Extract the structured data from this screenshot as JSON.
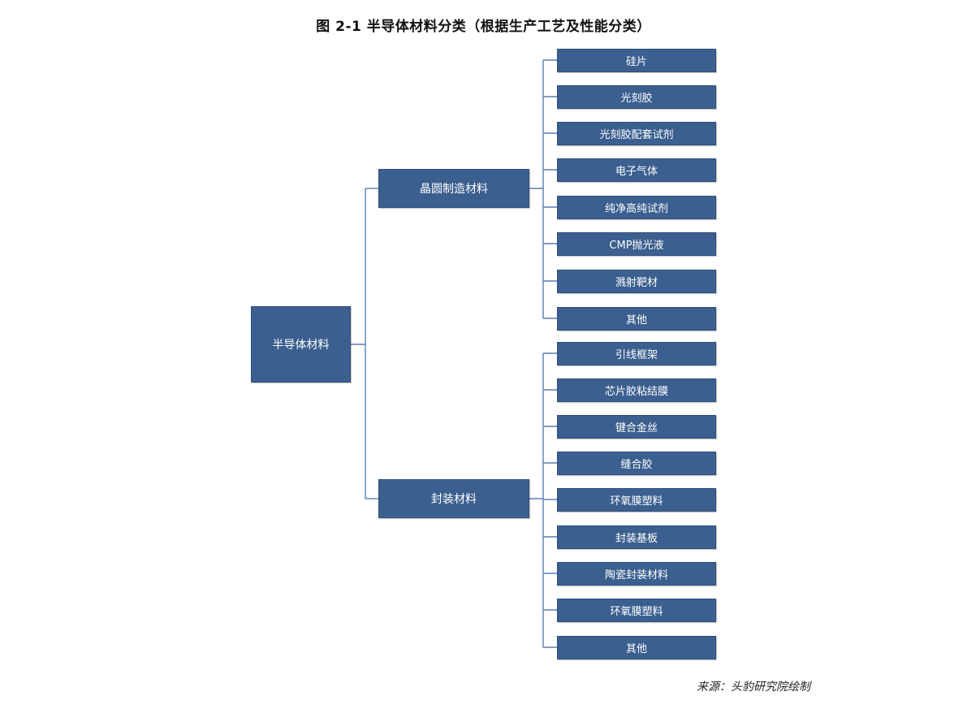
{
  "title": "图  2-1 半导体材料分类（根据生产工艺及性能分类）",
  "source": "来源：头豹研究院绘制",
  "root": "半导体材料",
  "branches": [
    {
      "label": "晶圆制造材料",
      "children": [
        "硅片",
        "光刻胶",
        "光刻胶配套试剂",
        "电子气体",
        "纯净高纯试剂",
        "CMP抛光液",
        "溅射靶材",
        "其他"
      ]
    },
    {
      "label": "封装材料",
      "children": [
        "引线框架",
        "芯片胶粘结膜",
        "键合金丝",
        "缝合胶",
        "环氧膜塑料",
        "封装基板",
        "陶瓷封装材料",
        "环氧膜塑料",
        "其他"
      ]
    }
  ],
  "colors": {
    "node_fill": "#3b5f8f",
    "connector": "#5b7db1"
  }
}
